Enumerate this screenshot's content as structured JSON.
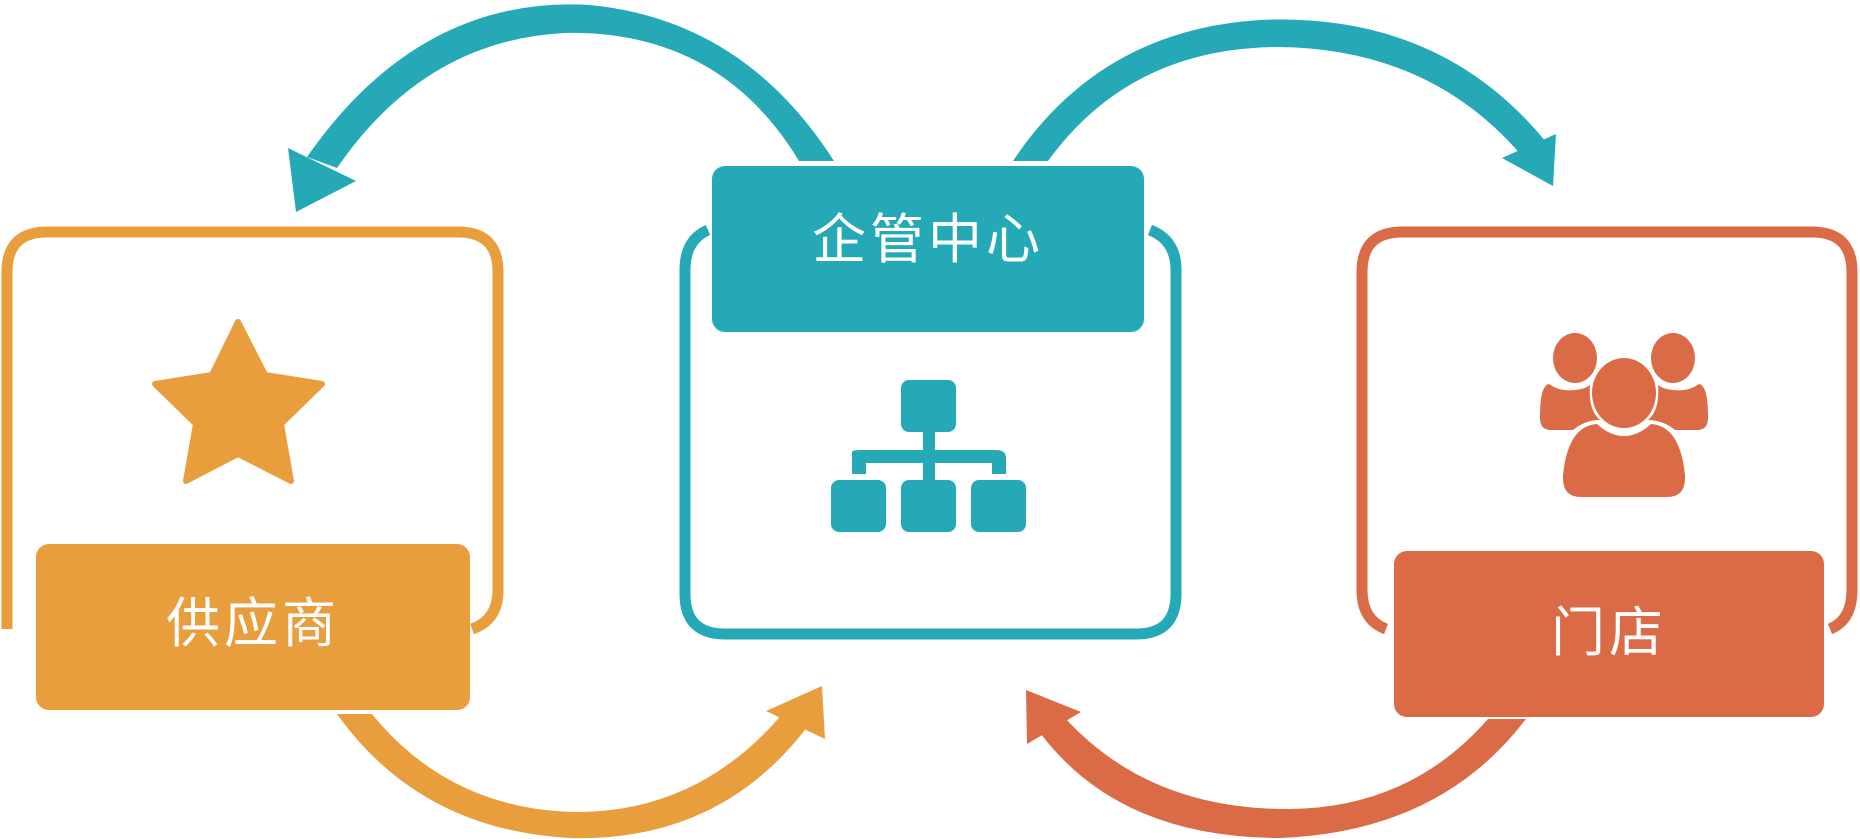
{
  "nodes": {
    "supplier": {
      "label": "供应商",
      "icon": "star-icon",
      "color": "#E99E3E"
    },
    "hq": {
      "label": "企管中心",
      "icon": "org-chart-icon",
      "color": "#26A9B7"
    },
    "store": {
      "label": "门店",
      "icon": "users-group-icon",
      "color": "#DA6B46"
    }
  },
  "arrows": [
    {
      "from": "hq",
      "to": "supplier",
      "color": "#26A9B7"
    },
    {
      "from": "supplier",
      "to": "hq",
      "color": "#E99E3E"
    },
    {
      "from": "hq",
      "to": "store",
      "color": "#26A9B7"
    },
    {
      "from": "store",
      "to": "hq",
      "color": "#DA6B46"
    }
  ]
}
